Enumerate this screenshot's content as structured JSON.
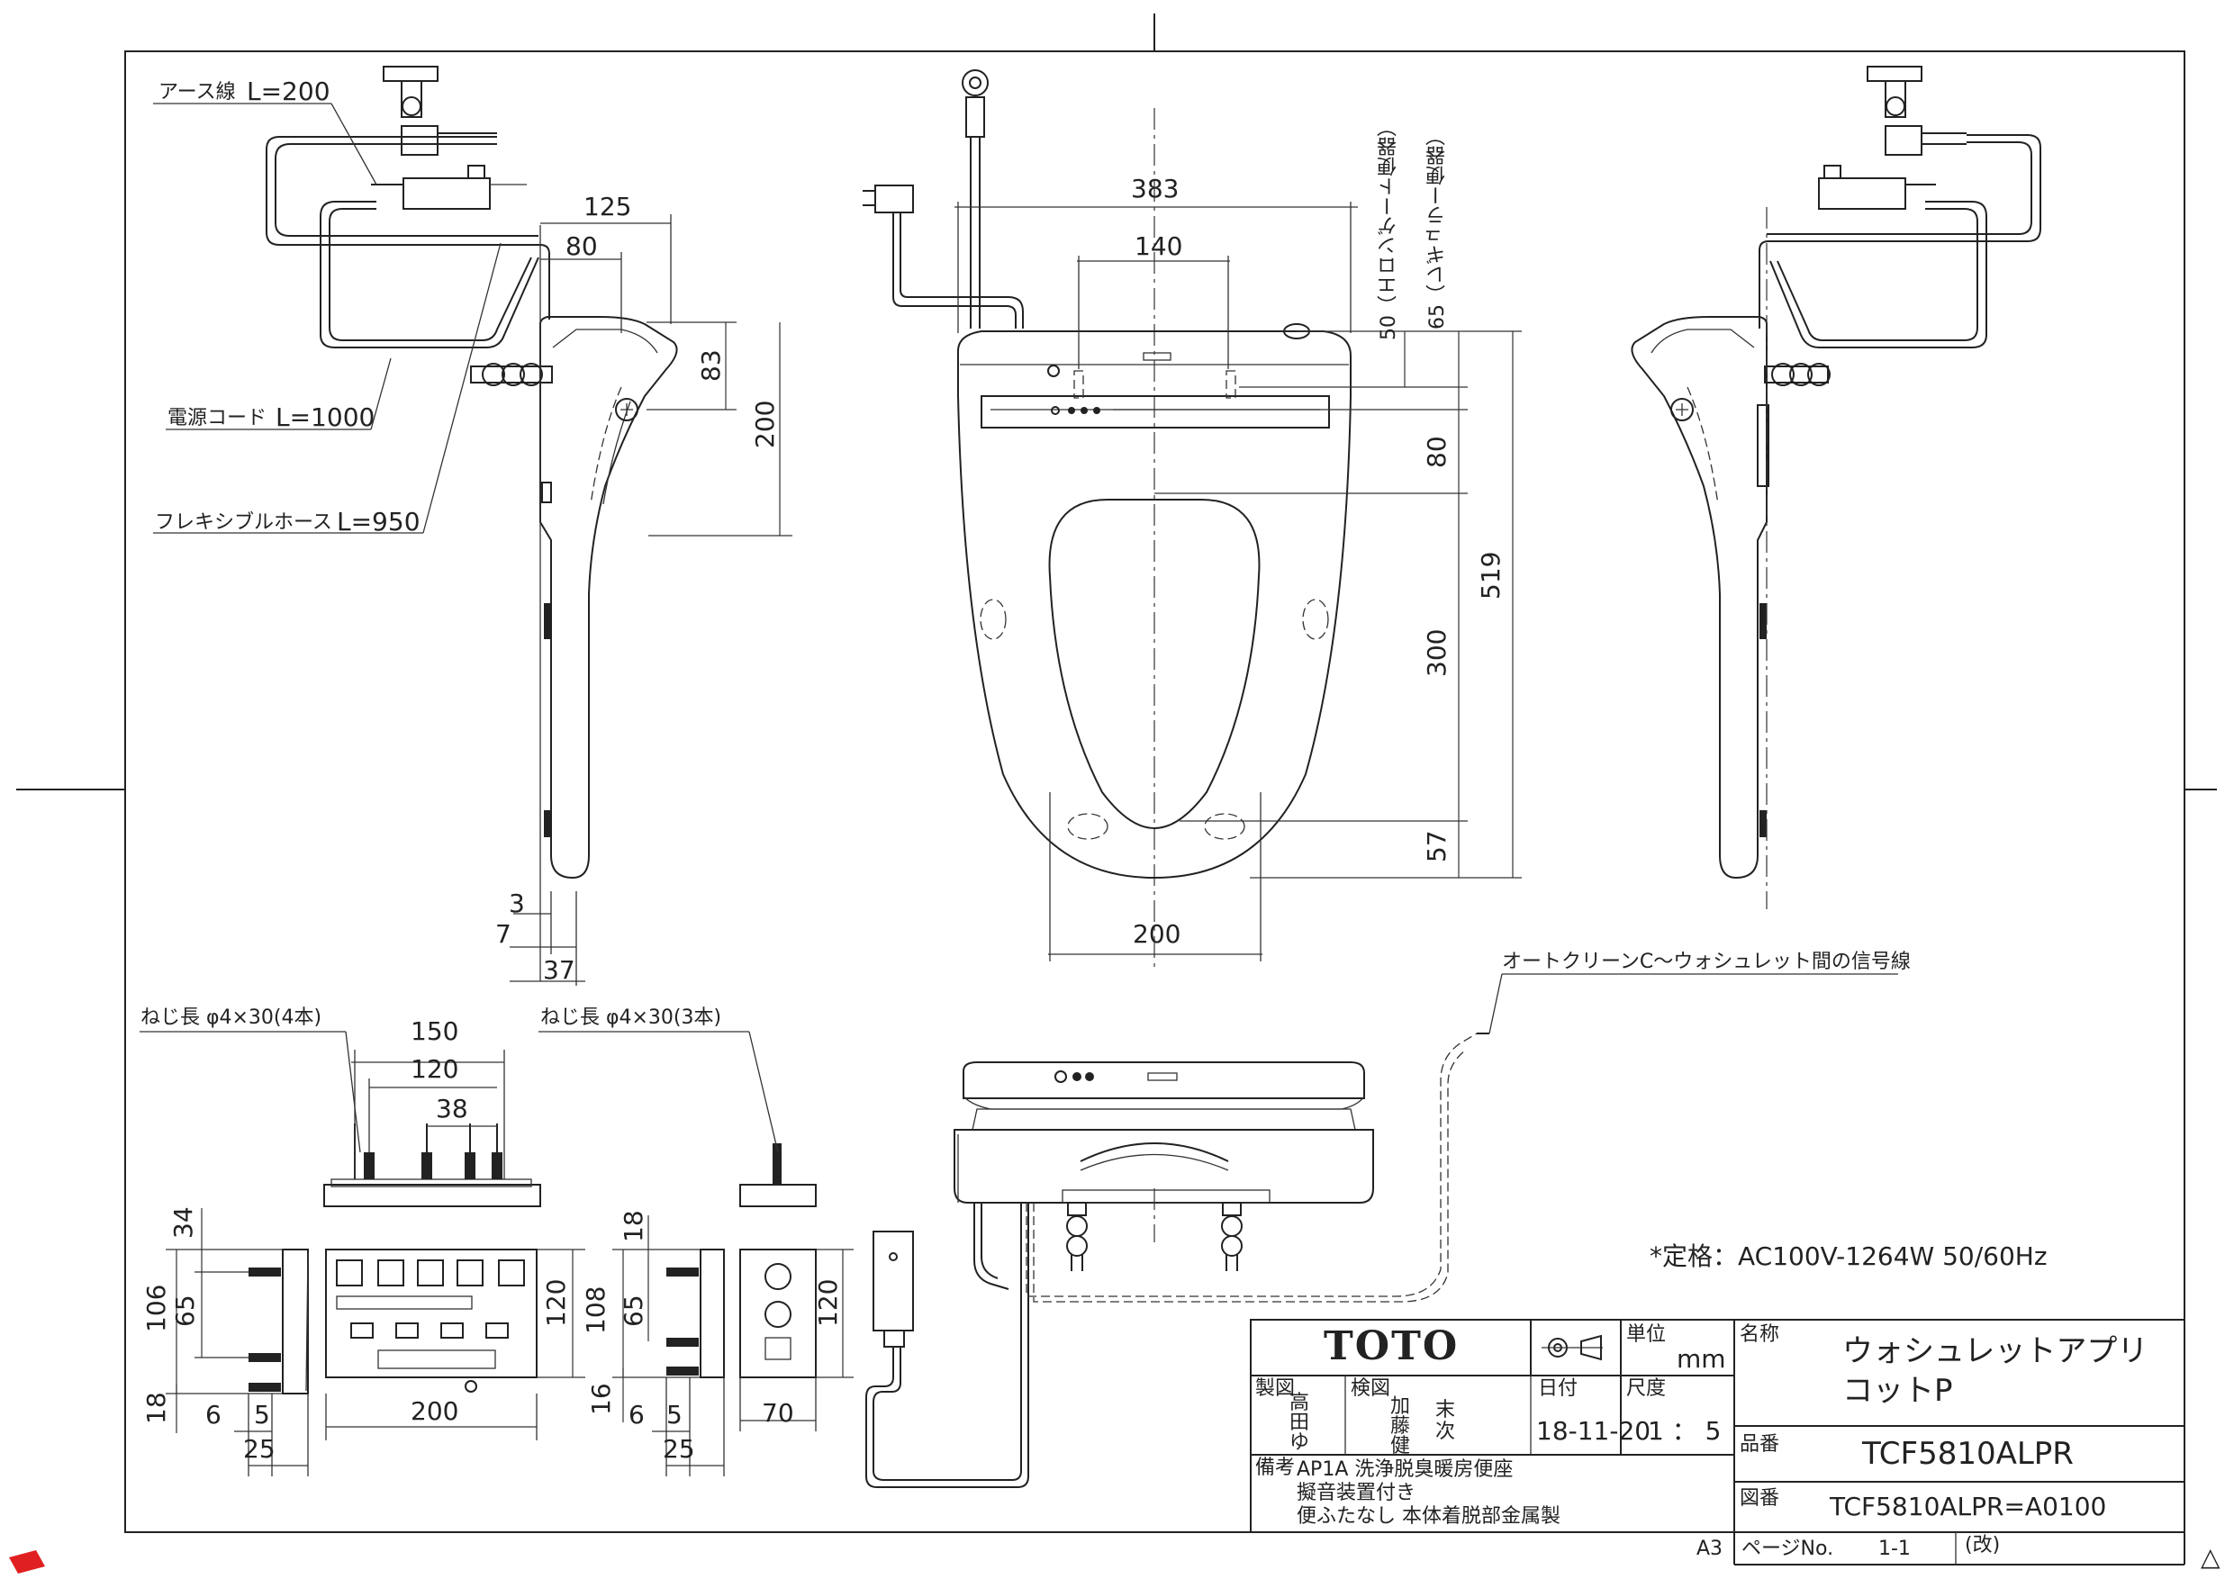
{
  "labels": {
    "earth_wire": "アース線",
    "earth_wire_len": "L=200",
    "power_cord": "電源コード",
    "power_cord_len": "L=1000",
    "flex_hose": "フレキシブルホース",
    "flex_hose_len": "L=950",
    "elongate": "50（エロンゲート便器）",
    "regular": "65（レギュラー便器）",
    "screw_left": "ねじ長 φ4×30(4本)",
    "screw_right": "ねじ長 φ4×30(3本)",
    "signal_line": "オートクリーンC～ウォシュレット間の信号線",
    "rating": "*定格：AC100V-1264W 50/60Hz"
  },
  "dims": {
    "d125": "125",
    "d80a": "80",
    "d83": "83",
    "d200a": "200",
    "d383": "383",
    "d140": "140",
    "d80b": "80",
    "d519": "519",
    "d300": "300",
    "d57": "57",
    "d200b": "200",
    "d3": "3",
    "d7": "7",
    "d37": "37",
    "d150": "150",
    "d120a": "120",
    "d38": "38",
    "d34": "34",
    "d106": "106",
    "d65a": "65",
    "d18a": "18",
    "d6a": "6",
    "d5a": "5",
    "d25a": "25",
    "d200c": "200",
    "d120b": "120",
    "d18b": "18",
    "d108": "108",
    "d65b": "65",
    "d16": "16",
    "d6b": "6",
    "d5b": "5",
    "d25b": "25",
    "d70": "70",
    "d120c": "120"
  },
  "title_block": {
    "brand": "TOTO",
    "unit_label": "単位",
    "unit": "mm",
    "name_label": "名称",
    "name_line1": "ウォシュレットアプリ",
    "name_line2": "コットP",
    "drawn_label": "製図",
    "drawn_by_1": "高",
    "drawn_by_2": "田",
    "drawn_by_3": "ゆ",
    "checked_label": "検図",
    "checked_1": "加",
    "checked_2": "藤",
    "checked_3": "健",
    "checked_4": "末",
    "checked_5": "次",
    "date_label": "日付",
    "date": "18-11-20",
    "scale_label": "尺度",
    "scale": "1 ： 5",
    "part_label": "品番",
    "part_no": "TCF5810ALPR",
    "notes_label": "備考",
    "note1": "AP1A 洗浄脱臭暖房便座",
    "note2": "擬音装置付き",
    "note3": "便ふたなし 本体着脱部金属製",
    "drawing_label": "図番",
    "drawing_no": "TCF5810ALPR=A0100",
    "paper": "A3",
    "page_label": "ページNo.",
    "page": "1-1",
    "rev_label": "(改)"
  },
  "marks": {
    "triangle": "△"
  }
}
